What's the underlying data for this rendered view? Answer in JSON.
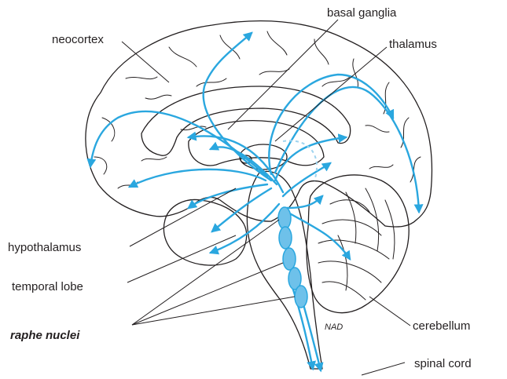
{
  "labels": {
    "basal_ganglia": "basal ganglia",
    "neocortex": "neocortex",
    "thalamus": "thalamus",
    "hypothalamus": "hypothalamus",
    "temporal_lobe": "temporal lobe",
    "raphe_nuclei": "raphe nuclei",
    "cerebellum": "cerebellum",
    "spinal_cord": "spinal cord"
  },
  "signature": "NAD",
  "colors": {
    "pathway": "#2aa7df",
    "nucleus_fill": "#6ec1ea",
    "inner_structure": "#e6e7e8",
    "outline": "#231f20"
  }
}
